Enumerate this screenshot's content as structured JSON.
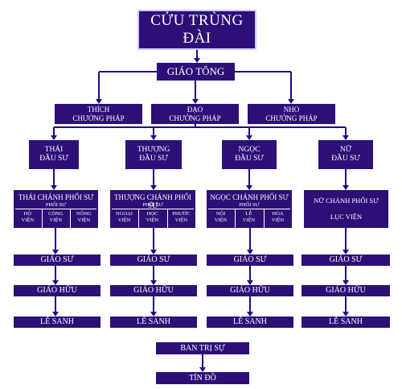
{
  "title": "CỬU TRÙNG ĐÀI",
  "giao_tong": "GIÁO TÔNG",
  "chuong_phap": [
    {
      "line1": "THÍCH",
      "line2": "CHƯỞNG PHÁP"
    },
    {
      "line1": "ĐẠO",
      "line2": "CHƯỞNG PHÁP"
    },
    {
      "line1": "NHO",
      "line2": "CHƯỞNG PHÁP"
    }
  ],
  "dau_su": [
    {
      "line1": "THÁI",
      "line2": "ĐẦU SƯ"
    },
    {
      "line1": "THƯỢNG",
      "line2": "ĐẦU SƯ"
    },
    {
      "line1": "NGỌC",
      "line2": "ĐẦU SƯ"
    },
    {
      "line1": "NỮ",
      "line2": "ĐẦU SƯ"
    }
  ],
  "phoi_su": [
    {
      "title": "THÁI CHÁNH PHỐI SƯ",
      "sub": "PHỐI SƯ",
      "cols": [
        [
          "HỘ",
          "VIỆN"
        ],
        [
          "CÔNG",
          "VIỆN"
        ],
        [
          "NÔNG",
          "VIỆN"
        ]
      ]
    },
    {
      "title": "THƯỢNG CHÁNH PHỐI SƯ",
      "sub": "PHỐI SƯ",
      "cols": [
        [
          "NGOẠI",
          "VIỆN"
        ],
        [
          "HỌC",
          "VIỆN"
        ],
        [
          "PHƯỚC",
          "VIỆN"
        ]
      ]
    },
    {
      "title": "NGỌC CHÁNH PHỐI SƯ",
      "sub": "PHỐI SƯ",
      "cols": [
        [
          "NỘI",
          "VIỆN"
        ],
        [
          "LỄ",
          "VIỆN"
        ],
        [
          "HÒA",
          "VIỆN"
        ]
      ]
    },
    {
      "title": "NỮ CHÁNH PHỐI SƯ",
      "sub": "LỤC VIỆN"
    }
  ],
  "levels": [
    "GIÁO SƯ",
    "GIÁO HỮU",
    "LỄ SANH"
  ],
  "ban_tri_su": "BAN TRỊ SỰ",
  "tin_do": "TÍN ĐỒ",
  "colors": {
    "box": "#2d0f78",
    "line": "#1e0a8a",
    "text": "#ffffff"
  }
}
